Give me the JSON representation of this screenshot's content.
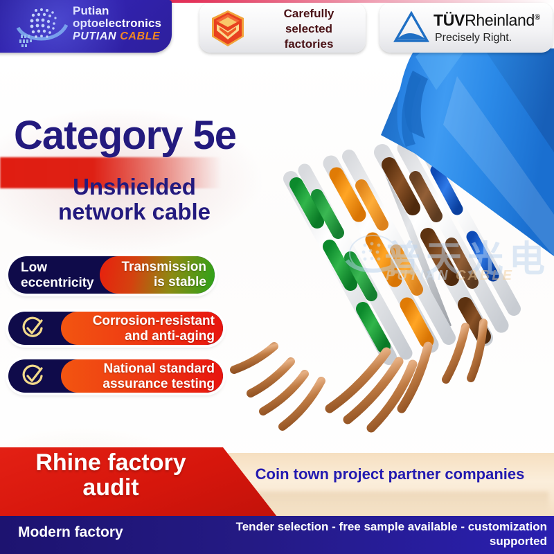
{
  "header": {
    "logo": {
      "icon": "globe-logo-icon",
      "line1": "Putian",
      "line2": "optoelectronics",
      "brand_a": "PUTIAN",
      "brand_b": "CABLE"
    },
    "badges": [
      {
        "icon": "shield-hex-icon",
        "text": "Carefully\nselected\nfactories"
      },
      {
        "icon": "tuv-triangle-icon",
        "name_bold": "TÜV",
        "name_thin": "Rheinland",
        "registered": "®",
        "tagline": "Precisely Right."
      }
    ]
  },
  "hero": {
    "title": "Category 5e",
    "subtitle": "Unshielded\nnetwork cable"
  },
  "features": [
    {
      "left": "Low\neccentricity",
      "right": "Transmission\nis stable",
      "icon": null
    },
    {
      "icon": "check-circle-icon",
      "right": "Corrosion-resistant\nand anti-aging"
    },
    {
      "icon": "check-circle-icon",
      "right": "National standard\nassurance testing"
    }
  ],
  "product_image": {
    "name": "utp-cat5e-cable-photo",
    "jacket_color": "#2e90ea",
    "pairs": [
      {
        "color": "#1a9e3a",
        "label": "green-white pair"
      },
      {
        "color": "#f5920e",
        "label": "orange-white pair"
      },
      {
        "color": "#7a4318",
        "label": "brown-white pair"
      },
      {
        "color": "#1560d8",
        "label": "blue-white pair"
      }
    ],
    "conductor_color": "#c8804c"
  },
  "watermark": {
    "cn": "普天光电",
    "brand_a": "PUTIAN",
    "brand_b": "CABLE"
  },
  "footer": {
    "red_banner": "Rhine factory\naudit",
    "cream_banner": "Coin town project partner companies",
    "navy_left": "Modern factory",
    "navy_right": "Tender selection - free sample available - customization supported"
  },
  "colors": {
    "navy": "#231a7e",
    "red": "#e01d11",
    "orange": "#f5881f",
    "gold": "#f2d98a",
    "green": "#2aa31a",
    "cream": "#f6dfc0"
  }
}
